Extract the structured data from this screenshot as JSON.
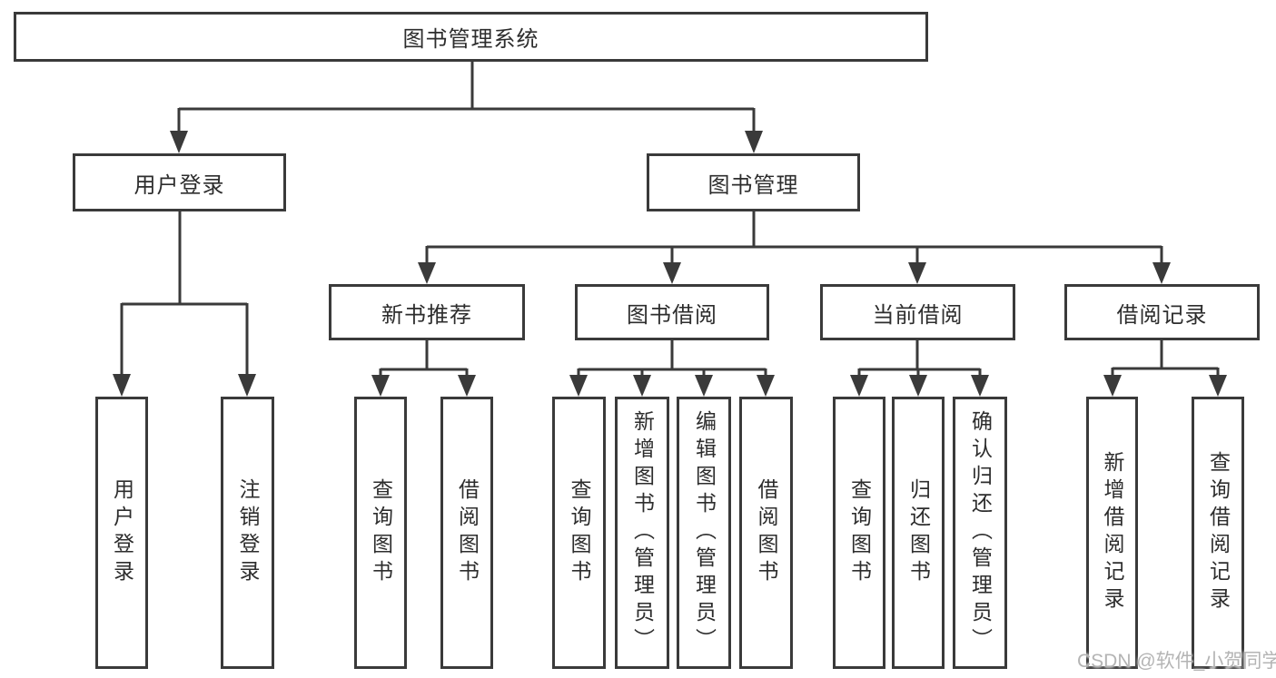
{
  "diagram": {
    "title": "图书管理系统",
    "nodes": {
      "root": {
        "label": "图书管理系统"
      },
      "level2": [
        {
          "label": "用户登录"
        },
        {
          "label": "图书管理"
        }
      ],
      "level3": [
        {
          "label": "新书推荐"
        },
        {
          "label": "图书借阅"
        },
        {
          "label": "当前借阅"
        },
        {
          "label": "借阅记录"
        }
      ],
      "leaves": {
        "user_login": [
          "用户登录",
          "注销登录"
        ],
        "new_book_recommend": [
          "查询图书",
          "借阅图书"
        ],
        "book_borrow": [
          "查询图书",
          "新增图书（管理员）",
          "编辑图书（管理员）",
          "借阅图书"
        ],
        "current_borrow": [
          "查询图书",
          "归还图书",
          "确认归还（管理员）"
        ],
        "borrow_records": [
          "新增借阅记录",
          "查询借阅记录"
        ]
      }
    },
    "colors": {
      "line": "#3a3a3a",
      "text": "#2d2d2d",
      "background": "#ffffff",
      "watermark": "#b0b0b0"
    }
  },
  "watermark": "CSDN @软件_小贺同学"
}
